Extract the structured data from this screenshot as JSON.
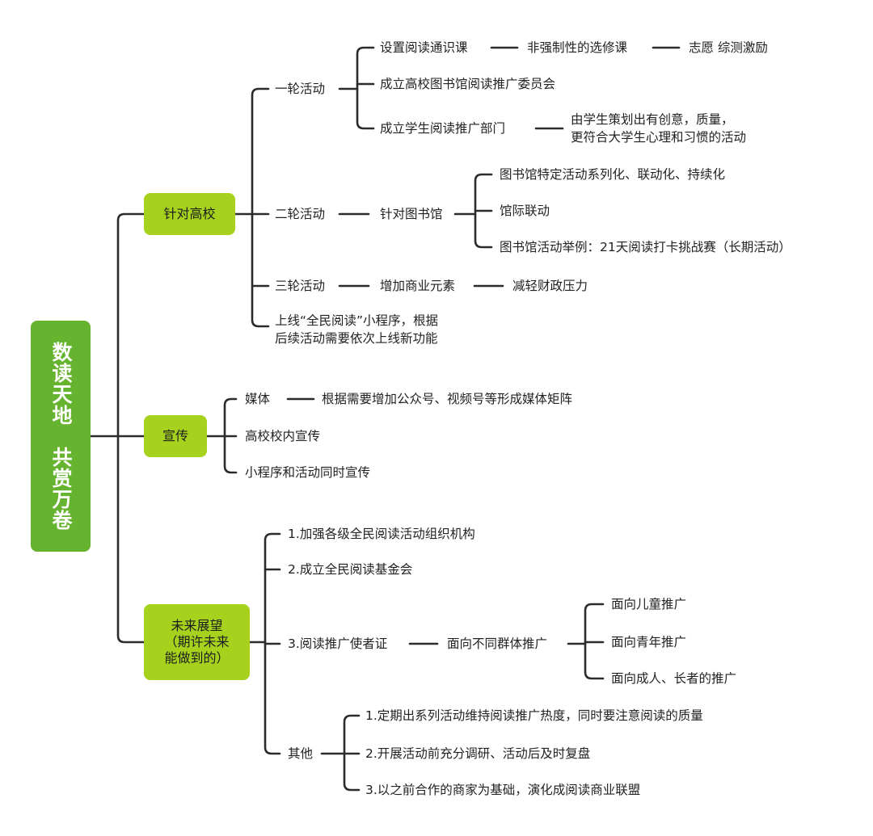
{
  "root": {
    "title": "数读天地　共赏万卷"
  },
  "branches": {
    "gaoxiao": {
      "label": "针对高校",
      "round1": {
        "label": "一轮活动",
        "item1": "设置阅读通识课",
        "item1_next": "非强制性的选修课",
        "item1_next2": "志愿  综测激励",
        "item2": "成立高校图书馆阅读推广委员会",
        "item3": "成立学生阅读推广部门",
        "item3_note_line1": "由学生策划出有创意，质量，",
        "item3_note_line2": "更符合大学生心理和习惯的活动"
      },
      "round2": {
        "label": "二轮活动",
        "target": "针对图书馆",
        "items": [
          "图书馆特定活动系列化、联动化、持续化",
          "馆际联动",
          "图书馆活动举例：21天阅读打卡挑战赛（长期活动）"
        ]
      },
      "round3": {
        "label": "三轮活动",
        "item": "增加商业元素",
        "item_next": "减轻财政压力"
      },
      "miniapp_line1": "上线“全民阅读”小程序，根据",
      "miniapp_line2": "后续活动需要依次上线新功能"
    },
    "xuanchuan": {
      "label": "宣传",
      "media": "媒体",
      "media_next": "根据需要增加公众号、视频号等形成媒体矩阵",
      "item2": "高校校内宣传",
      "item3": "小程序和活动同时宣传"
    },
    "future": {
      "label_line1": "未来展望",
      "label_line2": "（期许未来",
      "label_line3": "能做到的）",
      "item1": "1.加强各级全民阅读活动组织机构",
      "item2": "2.成立全民阅读基金会",
      "item3": "3.阅读推广使者证",
      "item3_next": "面向不同群体推广",
      "groups": [
        "面向儿童推广",
        "面向青年推广",
        "面向成人、长者的推广"
      ],
      "other": "其他",
      "others": [
        "1.定期出系列活动维持阅读推广热度，同时要注意阅读的质量",
        "2.开展活动前充分调研、活动后及时复盘",
        "3.以之前合作的商家为基础，演化成阅读商业联盟"
      ]
    }
  }
}
